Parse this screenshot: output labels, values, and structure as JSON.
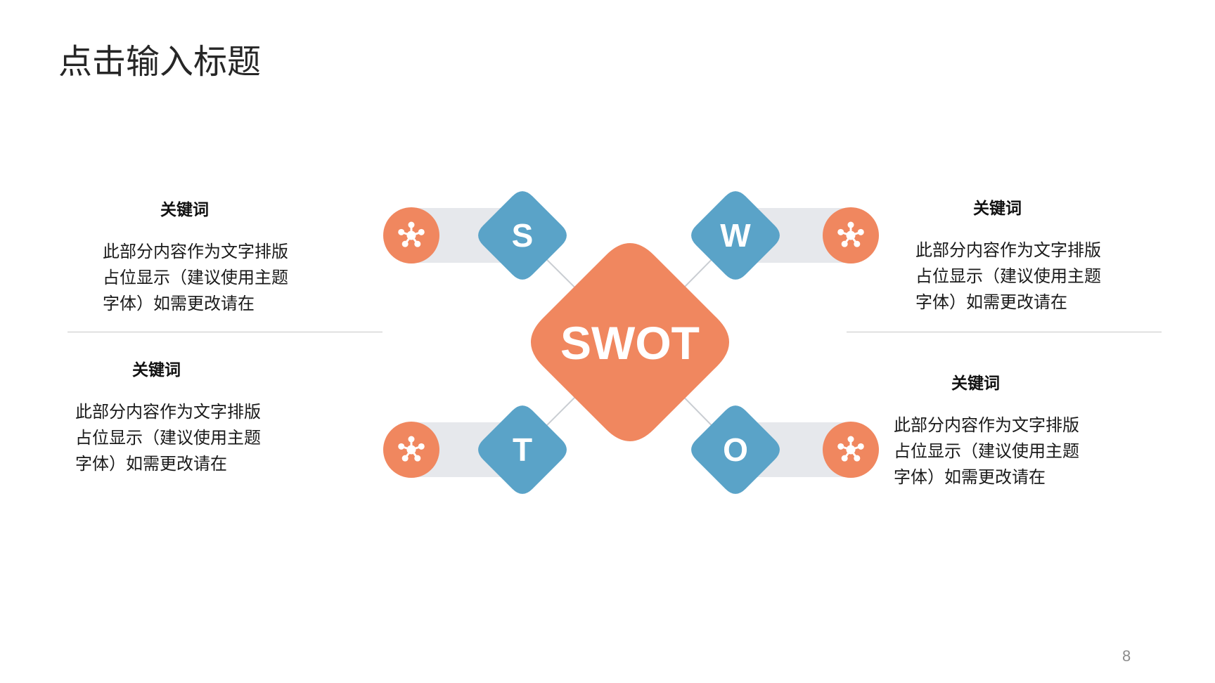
{
  "slide": {
    "title": "点击输入标题",
    "page_number": "8"
  },
  "center": {
    "label": "SWOT"
  },
  "quadrants": [
    {
      "key": "s",
      "letter": "S",
      "keyword": "关键词",
      "lines": [
        "此部分内容作为文字排版",
        "占位显示（建议使用主题",
        "字体）如需更改请在"
      ]
    },
    {
      "key": "w",
      "letter": "W",
      "keyword": "关键词",
      "lines": [
        "此部分内容作为文字排版",
        "占位显示（建议使用主题",
        "字体）如需更改请在"
      ]
    },
    {
      "key": "t",
      "letter": "T",
      "keyword": "关键词",
      "lines": [
        "此部分内容作为文字排版",
        "占位显示（建议使用主题",
        "字体）如需更改请在"
      ]
    },
    {
      "key": "o",
      "letter": "O",
      "keyword": "关键词",
      "lines": [
        "此部分内容作为文字排版",
        "占位显示（建议使用主题",
        "字体）如需更改请在"
      ]
    }
  ],
  "colors": {
    "accent_orange": "#F0875F",
    "accent_blue": "#5AA3C8",
    "bar_gray": "#E6E8EC",
    "connector_gray": "#C9CDD2",
    "text_white": "#FFFFFF"
  },
  "icons": {
    "node": "network-hub-icon"
  }
}
